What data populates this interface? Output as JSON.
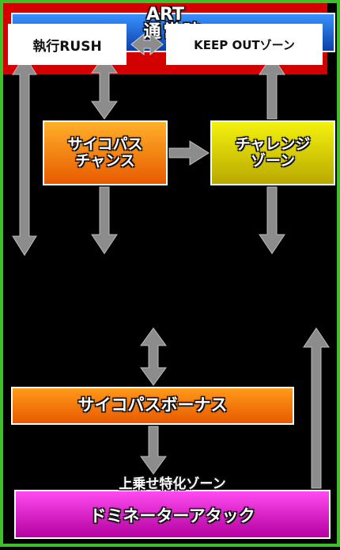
{
  "diagram": {
    "normal": "通常時",
    "psycho_chance": "サイコパス\nチャンス",
    "challenge_zone": "チャレンジ\nゾーン",
    "art": {
      "title": "ART",
      "rush": "執行RUSH",
      "keep_out": "KEEP OUTゾーン"
    },
    "psycho_bonus": "サイコパスボーナス",
    "domination": {
      "subtitle": "上乗せ特化ゾーン",
      "title": "ドミネーターアタック"
    }
  },
  "colors": {
    "frame": "#3fbf2a",
    "normal": "#1f6fe0",
    "chance": "#f07a00",
    "challenge": "#d8d000",
    "art": "#d40000",
    "bonus": "#f07a00",
    "domination": "#e020d0",
    "arrow": "#8c8c8c"
  }
}
